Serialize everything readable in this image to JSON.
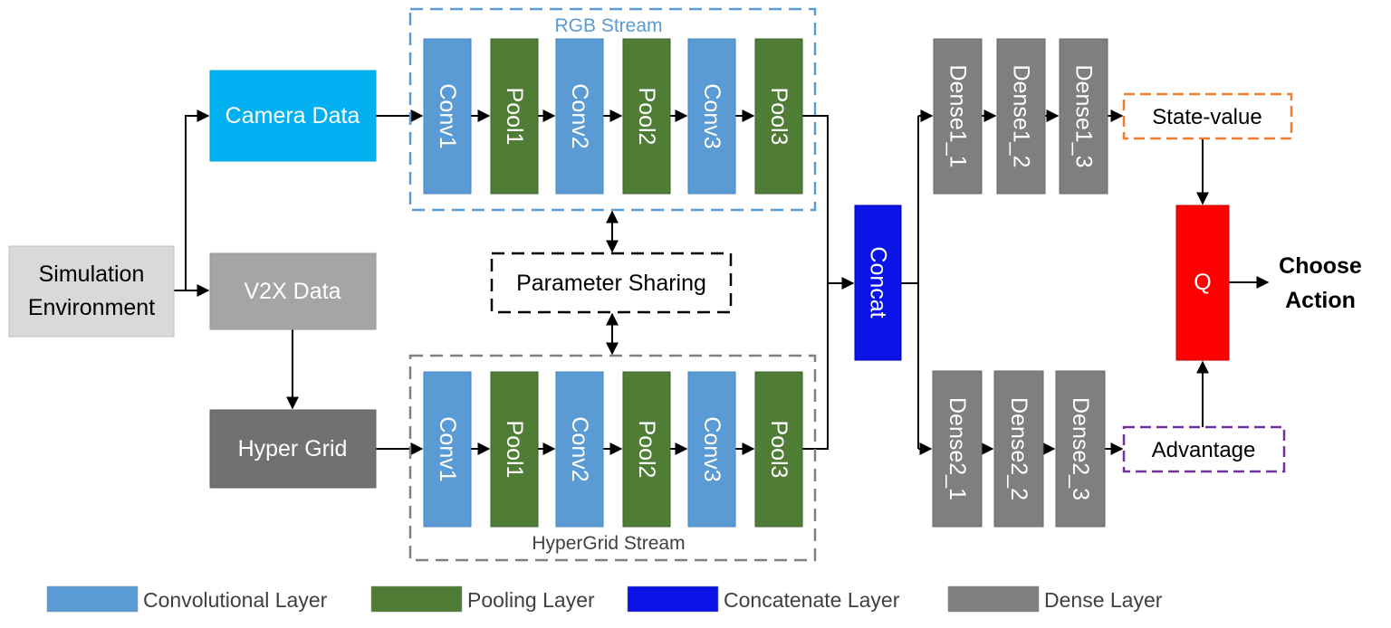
{
  "colors": {
    "conv": "#5B9BD5",
    "pool": "#4F7D35",
    "concat": "#0A14E6",
    "dense": "#7F7F7F",
    "camera": "#00B0F0",
    "v2x": "#A5A5A5",
    "hypergrid": "#717171",
    "simulation": "#D9D9D9",
    "q": "#FF0000",
    "rgb_stream_border": "#5B9BD5",
    "rgb_stream_text": "#5B9BD5",
    "hypergrid_stream_border": "#808080",
    "state_value_border": "#ED7D31",
    "advantage_border": "#7030A0"
  },
  "inputs": {
    "simulation": [
      "Simulation",
      "Environment"
    ],
    "camera": "Camera Data",
    "v2x": "V2X Data",
    "hypergrid": "Hyper Grid"
  },
  "streams": {
    "rgb": {
      "title": "RGB Stream",
      "layers": [
        "Conv1",
        "Pool1",
        "Conv2",
        "Pool2",
        "Conv3",
        "Pool3"
      ]
    },
    "hypergrid": {
      "title": "HyperGrid Stream",
      "layers": [
        "Conv1",
        "Pool1",
        "Conv2",
        "Pool2",
        "Conv3",
        "Pool3"
      ]
    }
  },
  "parameter_sharing": "Parameter Sharing",
  "concat": "Concat",
  "dense_top": [
    "Dense1_1",
    "Dense1_2",
    "Dense1_3"
  ],
  "dense_bottom": [
    "Dense2_1",
    "Dense2_2",
    "Dense2_3"
  ],
  "state_value": "State-value",
  "advantage": "Advantage",
  "q": "Q",
  "output": [
    "Choose",
    "Action"
  ],
  "legend": [
    {
      "label": "Convolutional Layer",
      "color": "#5B9BD5"
    },
    {
      "label": "Pooling Layer",
      "color": "#4F7D35"
    },
    {
      "label": "Concatenate Layer",
      "color": "#0A14E6"
    },
    {
      "label": "Dense Layer",
      "color": "#7F7F7F"
    }
  ]
}
